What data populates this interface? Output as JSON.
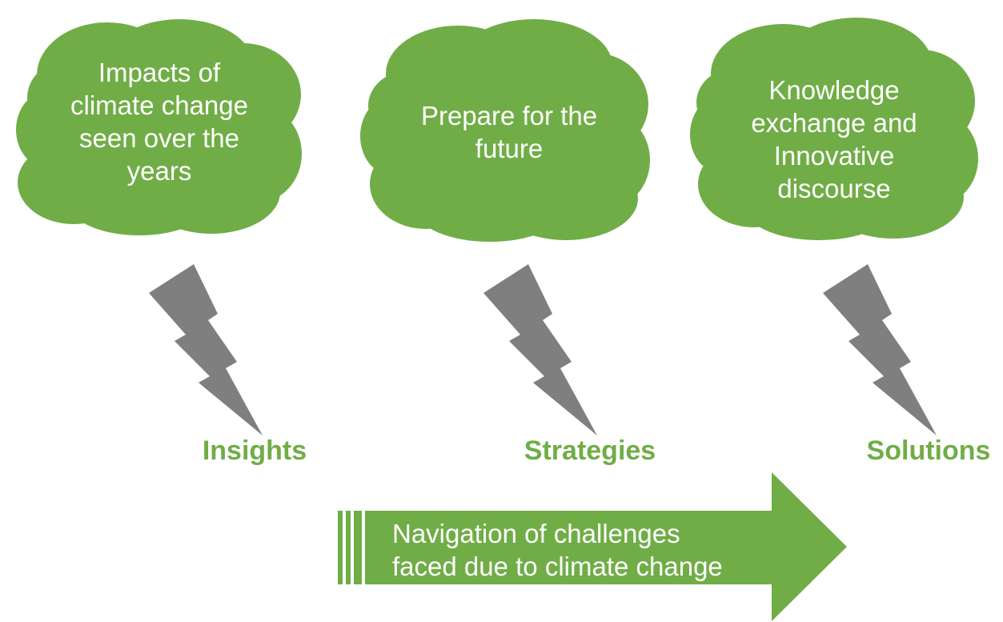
{
  "colors": {
    "cloud_fill": "#70ad47",
    "bolt_fill": "#7f7f7f",
    "label_color": "#70ad47",
    "arrow_fill": "#70ad47",
    "text_on_green": "#ffffff"
  },
  "clouds": [
    {
      "text": "Impacts of\nclimate change\nseen over the\nyears"
    },
    {
      "text": "Prepare for the\nfuture"
    },
    {
      "text": "Knowledge\nexchange and\nInnovative\ndiscourse"
    }
  ],
  "stages": [
    {
      "label": "Insights",
      "icon": "lightning-bolt-icon"
    },
    {
      "label": "Strategies",
      "icon": "lightning-bolt-icon"
    },
    {
      "label": "Solutions",
      "icon": "lightning-bolt-icon"
    }
  ],
  "arrow": {
    "text": "Navigation of challenges\nfaced due to climate change",
    "icon": "striped-right-arrow"
  }
}
